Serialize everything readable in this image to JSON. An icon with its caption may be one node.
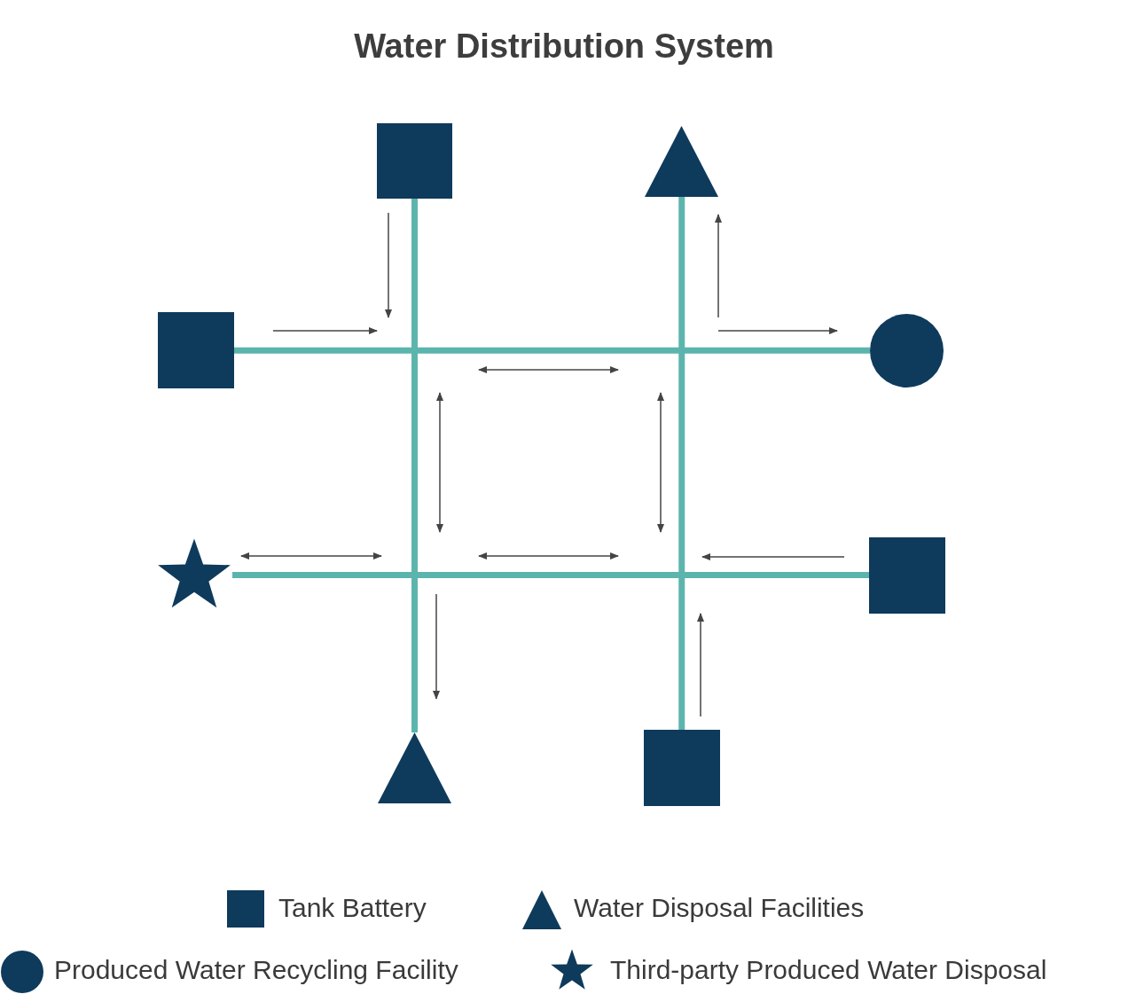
{
  "diagram": {
    "title": "Water Distribution System",
    "nodes": [
      {
        "text": [],
        "shape": "box"
      },
      {
        "text": [],
        "shape": "triangle"
      },
      {
        "text": [],
        "shape": "box"
      },
      {
        "text": [],
        "shape": "circle"
      },
      {
        "text": [],
        "shape": "star"
      },
      {
        "text": [],
        "shape": "box"
      },
      {
        "text": [],
        "shape": "triangle"
      },
      {
        "text": [],
        "shape": "box"
      }
    ],
    "edges": [
      {
        "from": 2,
        "to": 3,
        "arrow": "none"
      },
      {
        "from": 0,
        "to": 6,
        "arrow": "none"
      },
      {
        "from": 1,
        "to": 7,
        "arrow": "none"
      },
      {
        "from": 4,
        "to": 5,
        "arrow": "none"
      }
    ],
    "legend": [
      {
        "text": "Tank Battery"
      },
      {
        "text": "Water Disposal Facilities"
      },
      {
        "text": "Produced Water Recycling Facility"
      },
      {
        "text": "Third-party Produced Water Disposal"
      }
    ]
  }
}
